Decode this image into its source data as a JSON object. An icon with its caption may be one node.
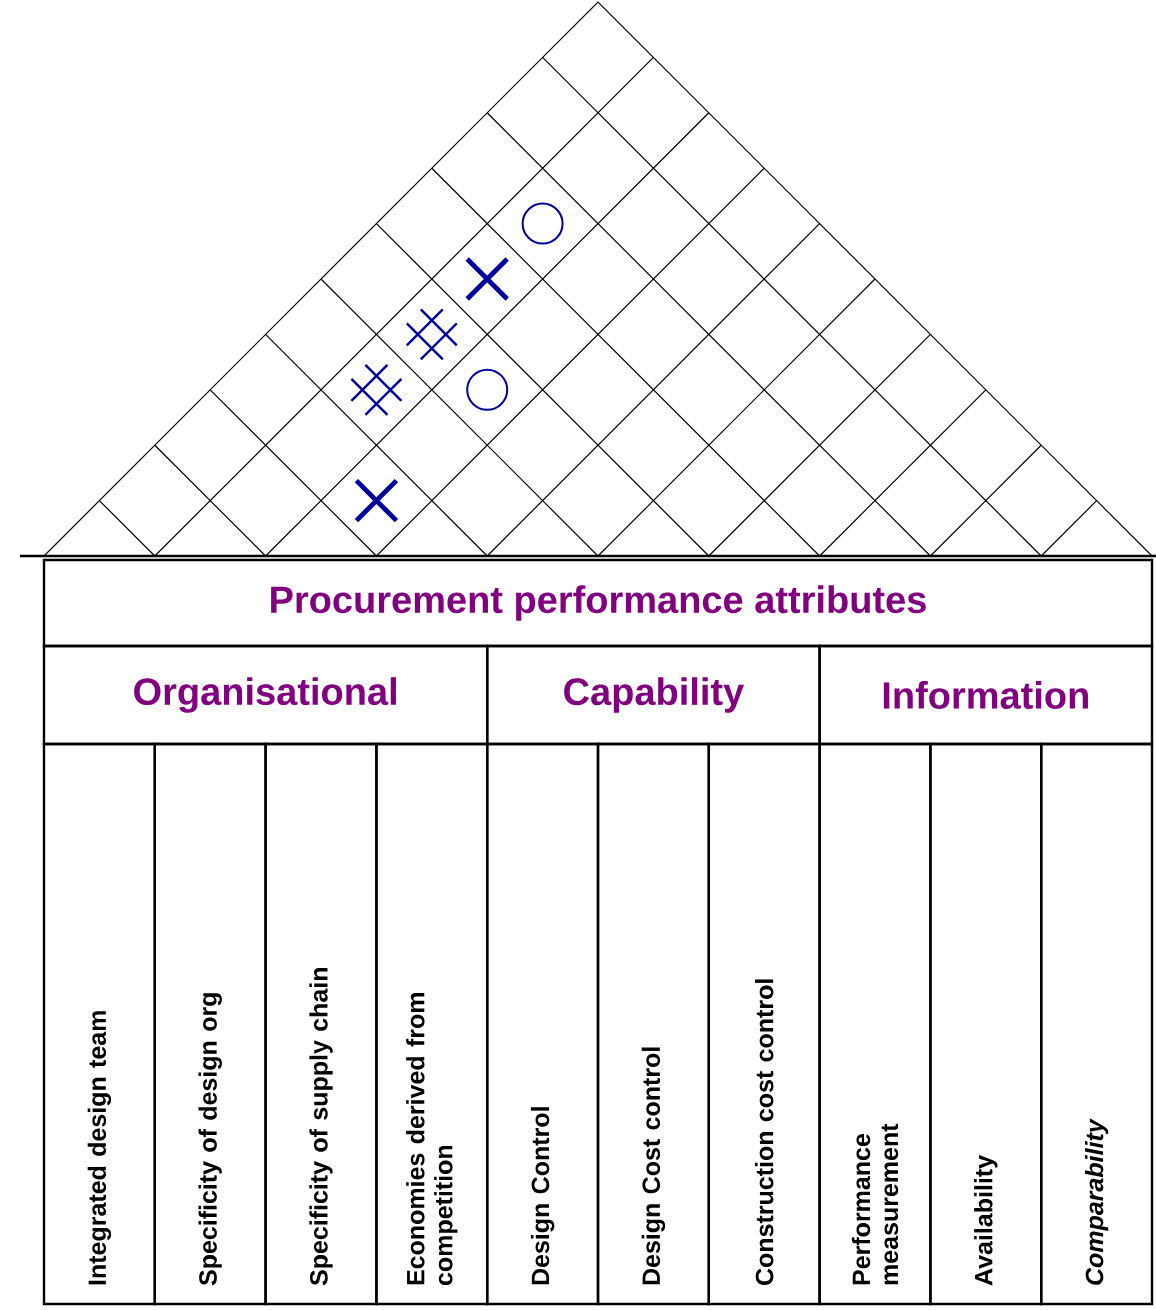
{
  "diagram": {
    "nodes": [
      {
        "text": [
          "Procurement performance attributes"
        ]
      },
      {
        "text": [
          "Organisational"
        ]
      },
      {
        "text": [
          "Capability"
        ]
      },
      {
        "text": [
          "Information"
        ]
      },
      {
        "text": [
          "Integrated design team"
        ]
      },
      {
        "text": [
          "Specificity of design org"
        ]
      },
      {
        "text": [
          "Specificity of supply chain"
        ]
      },
      {
        "text": [
          "Economies derived from competition"
        ]
      },
      {
        "text": [
          "Design Control"
        ]
      },
      {
        "text": [
          "Design Cost control"
        ]
      },
      {
        "text": [
          "Construction cost control"
        ]
      },
      {
        "text": [
          "Performance measurement"
        ]
      },
      {
        "text": [
          "Availability"
        ]
      },
      {
        "text": [
          "Comparability"
        ]
      }
    ]
  }
}
